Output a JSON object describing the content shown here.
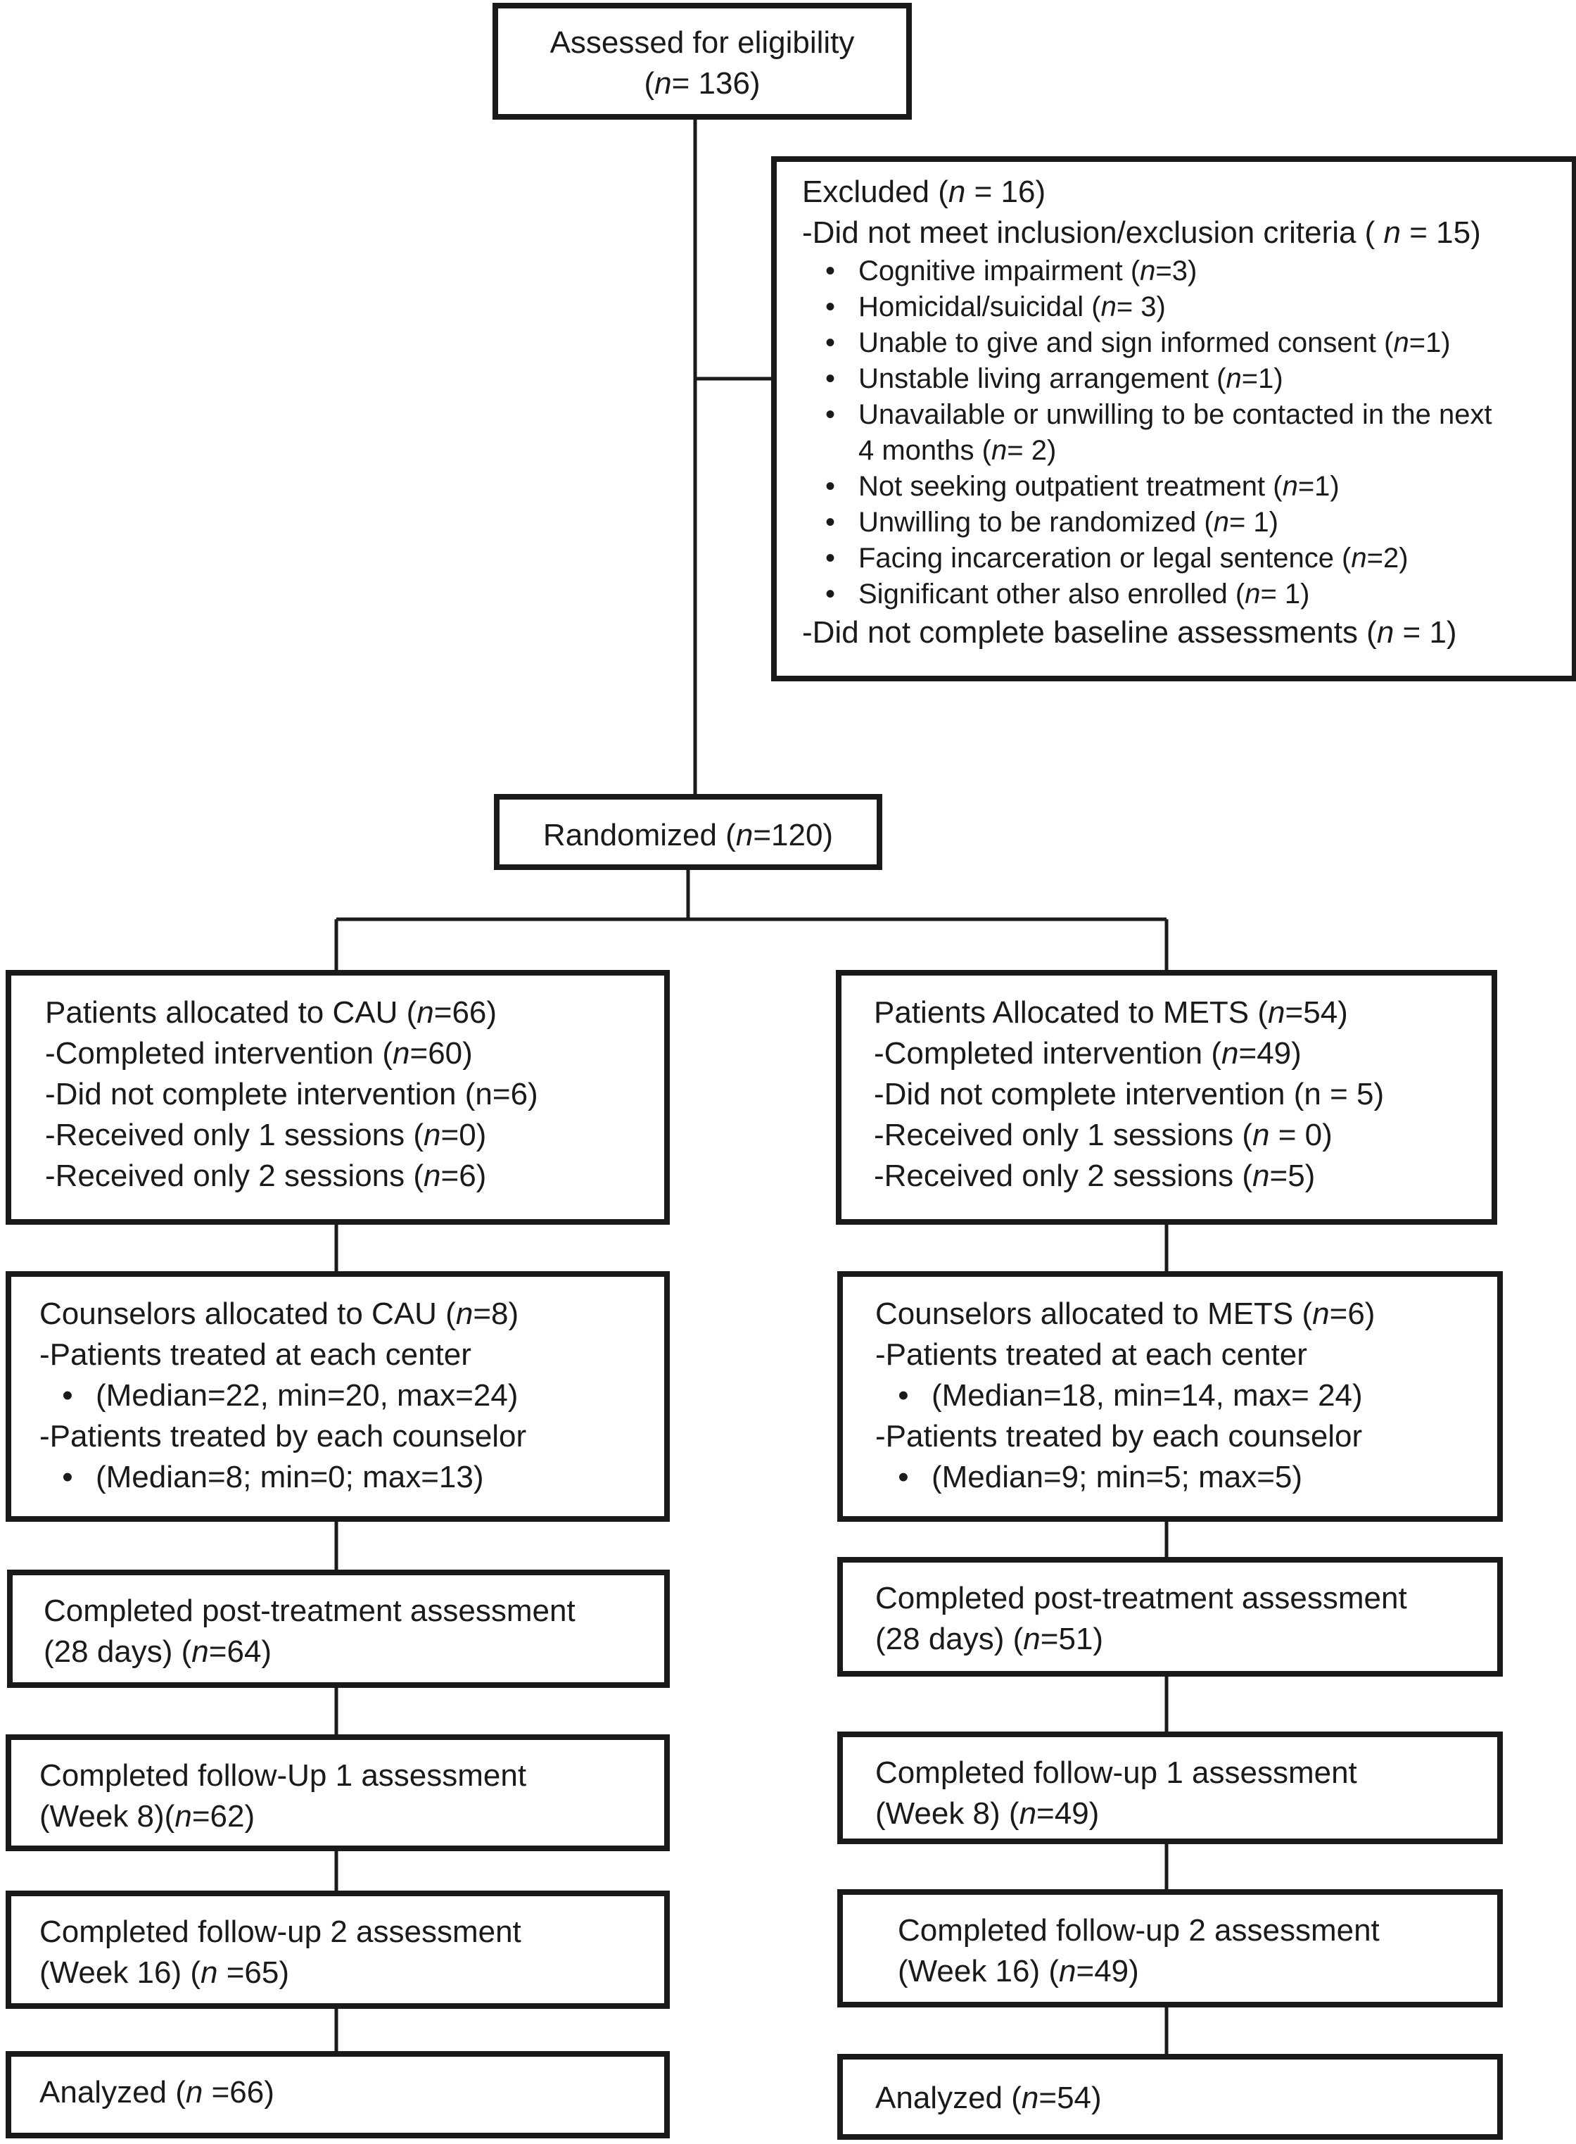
{
  "assessed": {
    "line1": "Assessed for eligibility",
    "line2_pre": "(",
    "line2_n": "n",
    "line2_post": "= 136)"
  },
  "excluded": {
    "title_pre": "Excluded (",
    "title_n": "n",
    "title_post": " = 16)",
    "criteria_pre": "-Did not meet inclusion/exclusion criteria ( ",
    "criteria_n": "n",
    "criteria_post": " = 15)",
    "bullets": [
      {
        "pre": "Cognitive impairment (",
        "n": "n",
        "post": "=3)"
      },
      {
        "pre": "Homicidal/suicidal (",
        "n": "n",
        "post": "= 3)"
      },
      {
        "pre": "Unable to give and sign informed consent (",
        "n": "n",
        "post": "=1)"
      },
      {
        "pre": "Unstable living arrangement (",
        "n": "n",
        "post": "=1)"
      },
      {
        "pre": "Unavailable or unwilling to be contacted in the next",
        "n": "",
        "post": ""
      },
      {
        "pre": "Not seeking outpatient treatment (",
        "n": "n",
        "post": "=1)"
      },
      {
        "pre": "Unwilling to be randomized (",
        "n": "n",
        "post": "= 1)"
      },
      {
        "pre": "Facing incarceration or legal sentence (",
        "n": "n",
        "post": "=2)"
      },
      {
        "pre": "Significant other also enrolled (",
        "n": "n",
        "post": "= 1)"
      }
    ],
    "bullet5_cont_pre": "4 months (",
    "bullet5_cont_n": "n",
    "bullet5_cont_post": "= 2)",
    "baseline_pre": "-Did not complete baseline assessments (",
    "baseline_n": "n",
    "baseline_post": " = 1)",
    "bullet_glyph": "•"
  },
  "randomized": {
    "pre": "Randomized (",
    "n": "n",
    "post": "=120)"
  },
  "cau": {
    "alloc": {
      "title_pre": "Patients allocated to CAU (",
      "title_n": "n",
      "title_post": "=66)",
      "l2_pre": "-Completed intervention (",
      "l2_n": "n",
      "l2_post": "=60)",
      "l3": "-Did not complete intervention (n=6)",
      "l4_pre": "-Received only 1 sessions (",
      "l4_n": "n",
      "l4_post": "=0)",
      "l5_pre": "-Received only 2 sessions (",
      "l5_n": "n",
      "l5_post": "=6)"
    },
    "counselors": {
      "title_pre": "Counselors allocated to CAU (",
      "title_n": "n",
      "title_post": "=8)",
      "l2": "-Patients treated at each center",
      "l3": "(Median=22, min=20, max=24)",
      "l4": "-Patients treated by each counselor",
      "l5": "(Median=8; min=0; max=13)"
    },
    "post": {
      "l1": "Completed post-treatment assessment",
      "l2_pre": "(28 days) (",
      "l2_n": "n",
      "l2_post": "=64)"
    },
    "fu1": {
      "l1": "Completed follow-Up 1 assessment",
      "l2_pre": "(Week 8)(",
      "l2_n": "n",
      "l2_post": "=62)"
    },
    "fu2": {
      "l1": "Completed follow-up 2 assessment",
      "l2_pre": "(Week 16) (",
      "l2_n": "n",
      "l2_post": " =65)"
    },
    "analyzed": {
      "pre": "Analyzed (",
      "n": "n",
      "post": " =66)"
    }
  },
  "mets": {
    "alloc": {
      "title_pre": "Patients Allocated to METS (",
      "title_n": "n",
      "title_post": "=54)",
      "l2_pre": "-Completed intervention (",
      "l2_n": "n",
      "l2_post": "=49)",
      "l3": "-Did not complete intervention (n = 5)",
      "l4_pre": "-Received only 1 sessions (",
      "l4_n": "n",
      "l4_post": " = 0)",
      "l5_pre": "-Received only 2 sessions (",
      "l5_n": "n",
      "l5_post": "=5)"
    },
    "counselors": {
      "title_pre": "Counselors allocated to METS (",
      "title_n": "n",
      "title_post": "=6)",
      "l2": "-Patients treated at each center",
      "l3": "(Median=18, min=14, max= 24)",
      "l4": "-Patients treated by each counselor",
      "l5": "(Median=9; min=5; max=5)"
    },
    "post": {
      "l1": "Completed post-treatment assessment",
      "l2_pre": "(28 days) (",
      "l2_n": "n",
      "l2_post": "=51)"
    },
    "fu1": {
      "l1": "Completed follow-up 1 assessment",
      "l2_pre": "(Week 8) (",
      "l2_n": "n",
      "l2_post": "=49)"
    },
    "fu2": {
      "l1": "Completed follow-up 2 assessment",
      "l2_pre": "(Week 16) (",
      "l2_n": "n",
      "l2_post": "=49)"
    },
    "analyzed": {
      "pre": "Analyzed (",
      "n": "n",
      "post": "=54)"
    }
  }
}
